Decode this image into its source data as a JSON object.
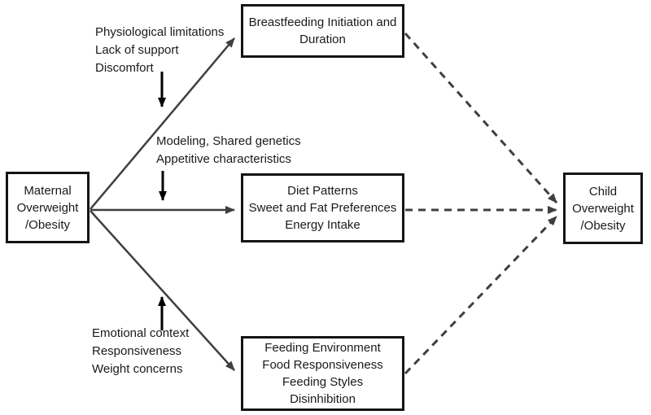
{
  "figure": {
    "description": "Conceptual model linking maternal overweight/obesity to child overweight/obesity through feeding-related mediators"
  },
  "colors": {
    "background": "#ffffff",
    "box_border": "#141414",
    "text": "#1a1a1a",
    "solid_arrow": "#3f3f3f",
    "dashed_arrow": "#3f3f3f",
    "mediator_arrow": "#000000"
  },
  "boxes": {
    "maternal": {
      "lines": [
        "Maternal",
        "Overweight",
        "/Obesity"
      ]
    },
    "breastfeeding": {
      "lines": [
        "Breastfeeding Initiation and",
        "Duration"
      ]
    },
    "diet": {
      "lines": [
        "Diet Patterns",
        "Sweet and Fat Preferences",
        "Energy Intake"
      ]
    },
    "feeding": {
      "lines": [
        "Feeding Environment",
        "Food Responsiveness",
        "Feeding Styles",
        "Disinhibition"
      ]
    },
    "child": {
      "lines": [
        "Child",
        "Overweight",
        "/Obesity"
      ]
    }
  },
  "labels": {
    "breastfeeding_mediators": {
      "lines": [
        "Physiological limitations",
        "Lack of support",
        "Discomfort"
      ]
    },
    "diet_mediators": {
      "lines": [
        "Modeling, Shared genetics",
        "Appetitive characteristics"
      ]
    },
    "feeding_mediators": {
      "lines": [
        "Emotional context",
        "Responsiveness",
        "Weight concerns"
      ]
    }
  },
  "edges": [
    {
      "from": "maternal",
      "to": "breastfeeding",
      "style": "solid"
    },
    {
      "from": "maternal",
      "to": "diet",
      "style": "solid"
    },
    {
      "from": "maternal",
      "to": "feeding",
      "style": "solid"
    },
    {
      "from": "breastfeeding",
      "to": "child",
      "style": "dashed"
    },
    {
      "from": "diet",
      "to": "child",
      "style": "dashed"
    },
    {
      "from": "feeding",
      "to": "child",
      "style": "dashed"
    },
    {
      "from": "breastfeeding_mediators",
      "to": "maternal-breastfeeding-path",
      "style": "solid",
      "direction": "down"
    },
    {
      "from": "diet_mediators",
      "to": "maternal-diet-path",
      "style": "solid",
      "direction": "down"
    },
    {
      "from": "feeding_mediators",
      "to": "maternal-feeding-path",
      "style": "solid",
      "direction": "up"
    }
  ]
}
